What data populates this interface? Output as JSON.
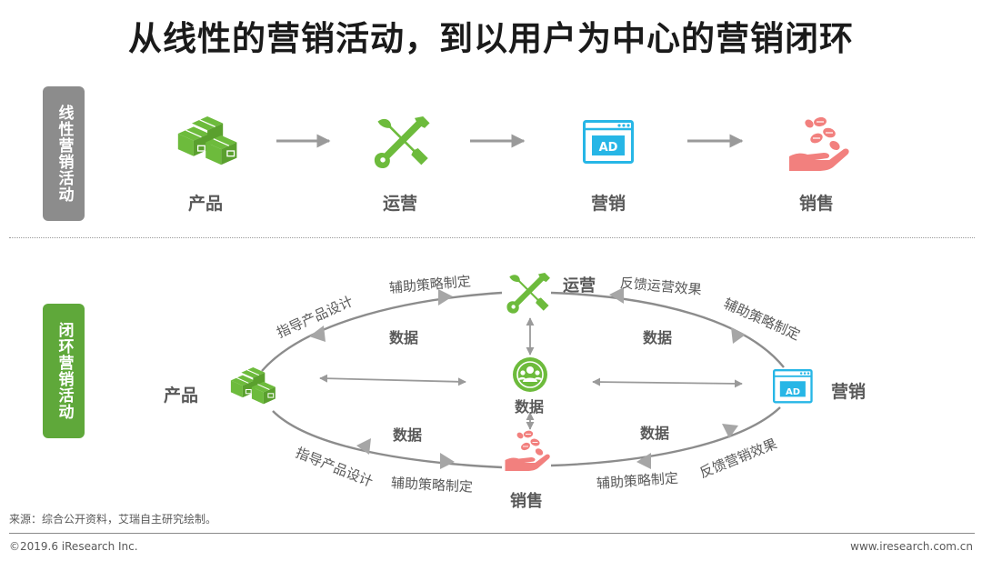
{
  "title": "从线性的营销活动，到以用户为中心的营销闭环",
  "linear": {
    "label": "线性营销活动",
    "steps": [
      "产品",
      "运营",
      "营销",
      "销售"
    ]
  },
  "loop": {
    "label": "闭环营销活动",
    "nodes": {
      "product": "产品",
      "operation": "运营",
      "marketing": "营销",
      "sales": "销售",
      "center": "数据"
    },
    "edge_labels": {
      "guide_design_top": "指导产品设计",
      "assist_top_left": "辅助策略制定",
      "feedback_operation": "反馈运营效果",
      "assist_top_right": "辅助策略制定",
      "guide_design_bottom": "指导产品设计",
      "assist_bottom_left": "辅助策略制定",
      "assist_bottom_right": "辅助策略制定",
      "feedback_marketing": "反馈营销效果",
      "data_top_left": "数据",
      "data_top_right": "数据",
      "data_bottom_left": "数据",
      "data_bottom_right": "数据"
    }
  },
  "ad_text": "AD",
  "source": "来源：综合公开资料，艾瑞自主研究绘制。",
  "copyright": "©2019.6 iResearch Inc.",
  "website": "www.iresearch.com.cn",
  "colors": {
    "green": "#6dbb3c",
    "cyan": "#27b6e6",
    "pink": "#f2807e",
    "gray": "#8c8c8c"
  }
}
